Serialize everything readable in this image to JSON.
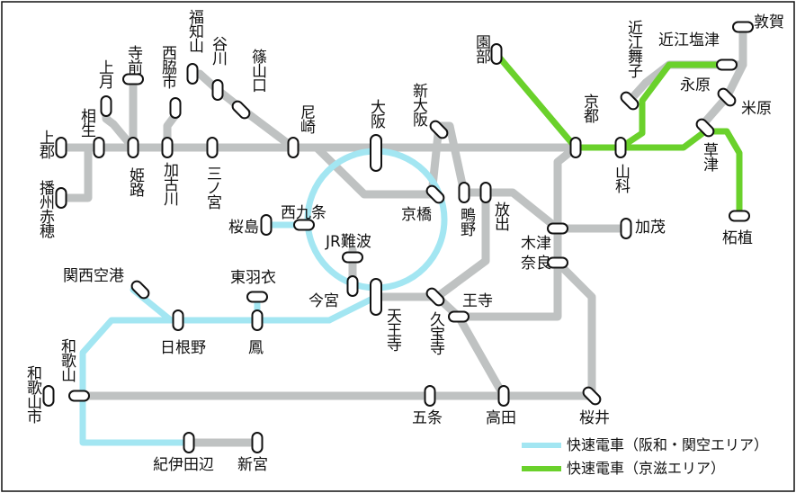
{
  "colors": {
    "jr_line": "#bfc2c2",
    "rapid_hanwa_kansai_airport": "#a3e6f2",
    "rapid_keiji": "#6ad12b",
    "station_stroke": "#111111",
    "station_fill": "#ffffff",
    "frame": "#111111"
  },
  "legend": [
    {
      "color_key": "rapid_hanwa_kansai_airport",
      "label": "快速電車（阪和・関空エリア）"
    },
    {
      "color_key": "rapid_keiji",
      "label": "快速電車（京滋エリア）"
    }
  ],
  "stations": {
    "sono": "園部",
    "omitsuji": "近江舞子",
    "omishiotsu": "近江塩津",
    "tsuruga": "敦賀",
    "nagahara": "永原",
    "maibara": "米原",
    "kyoto": "京都",
    "yamashina": "山科",
    "kusatsu": "草津",
    "tsuge": "柘植",
    "fukuchiyama": "福知山",
    "tanigawa": "谷川",
    "sasayamaguchi": "篠山口",
    "teramae": "寺前",
    "nishiwakishi": "西脇市",
    "kamitsuki": "上月",
    "aioi": "相生",
    "kamigori": "上郡",
    "banshuako": "播州赤穂",
    "himeji": "姫路",
    "kakogawa": "加古川",
    "sannomiya": "三ノ宮",
    "amagasaki": "尼崎",
    "osaka": "大阪",
    "shinosaka": "新大阪",
    "kyobashi": "京橋",
    "shigino": "鴫野",
    "hanaten": "放出",
    "sakurajima": "桜島",
    "nishikujo": "西九条",
    "jrnamba": "JR難波",
    "imamiya": "今宮",
    "tennoji": "天王寺",
    "kizu": "木津",
    "nara": "奈良",
    "kamo": "加茂",
    "oji": "王寺",
    "kudaraji": "久宝寺",
    "kansaikuko": "関西空港",
    "hineno": "日根野",
    "higashihagoromo": "東羽衣",
    "otori": "鳳",
    "wakayama": "和歌山",
    "wakayamashi": "和歌山市",
    "gojo": "五条",
    "takada": "高田",
    "sakurai": "桜井",
    "kiitanabe": "紀伊田辺",
    "shingu": "新宮"
  }
}
